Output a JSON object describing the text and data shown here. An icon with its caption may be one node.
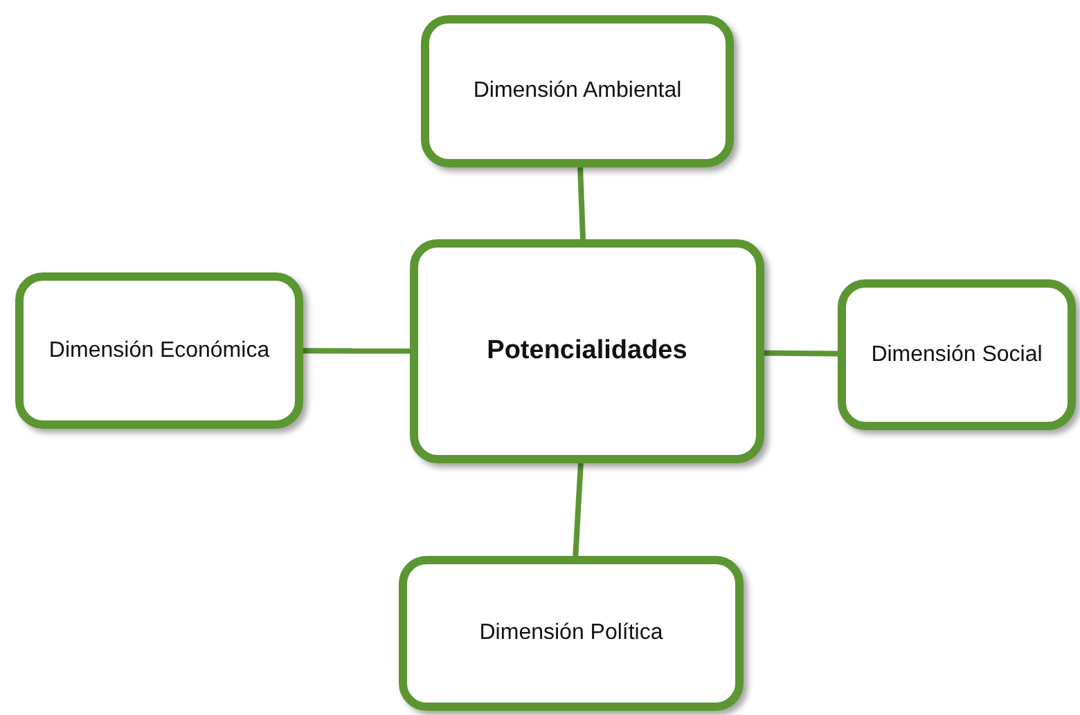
{
  "diagram": {
    "nodes": [
      {
        "text": [
          "Dimensión Ambiental"
        ]
      },
      {
        "text": [
          "Dimensión Económica"
        ]
      },
      {
        "text": [
          "Potencialidades"
        ]
      },
      {
        "text": [
          "Dimensión Social"
        ]
      },
      {
        "text": [
          "Dimensión Política"
        ]
      }
    ],
    "edges": [
      {
        "from": 2,
        "to": 0,
        "arrow": "none"
      },
      {
        "from": 1,
        "to": 2,
        "arrow": "none"
      },
      {
        "from": 2,
        "to": 3,
        "arrow": "none"
      },
      {
        "from": 2,
        "to": 4,
        "arrow": "none"
      }
    ]
  }
}
